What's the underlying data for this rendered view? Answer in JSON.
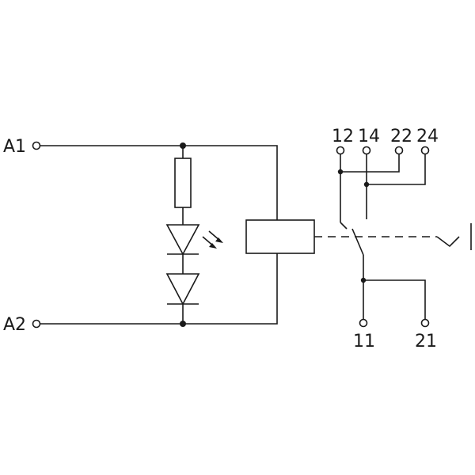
{
  "terminals": {
    "a1": "A1",
    "a2": "A2",
    "t12": "12",
    "t14": "14",
    "t22": "22",
    "t24": "24",
    "t11": "11",
    "t21": "21"
  },
  "colors": {
    "line": "#1a1a1a",
    "background": "#ffffff"
  }
}
